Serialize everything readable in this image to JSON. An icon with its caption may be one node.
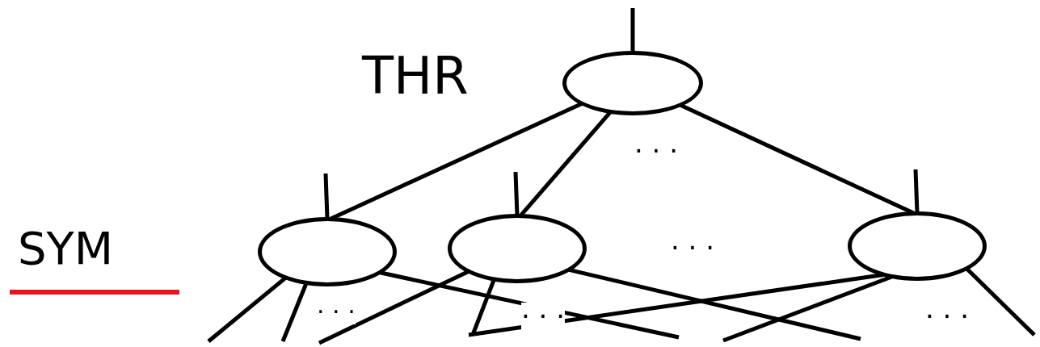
{
  "diagram": {
    "nodes": [
      {
        "text": [],
        "shape": "circle",
        "beside": [
          "THR"
        ]
      },
      {
        "text": [],
        "shape": "circle"
      },
      {
        "text": [],
        "shape": "circle"
      },
      {
        "text": [],
        "shape": "circle"
      }
    ],
    "edges": [
      {
        "from": null,
        "to": 0,
        "arrow": "none"
      },
      {
        "from": 0,
        "to": 1,
        "arrow": "none"
      },
      {
        "from": 0,
        "to": 2,
        "arrow": "none"
      },
      {
        "from": 0,
        "to": 3,
        "arrow": "none"
      },
      {
        "from": null,
        "to": 1,
        "arrow": "none"
      },
      {
        "from": null,
        "to": 2,
        "arrow": "none"
      },
      {
        "from": null,
        "to": 3,
        "arrow": "none"
      },
      {
        "from": 1,
        "to": null,
        "arrow": "none"
      },
      {
        "from": 1,
        "to": null,
        "arrow": "none"
      },
      {
        "from": 1,
        "to": null,
        "arrow": "none"
      },
      {
        "from": 2,
        "to": null,
        "arrow": "none"
      },
      {
        "from": 2,
        "to": null,
        "arrow": "none"
      },
      {
        "from": 2,
        "to": null,
        "arrow": "none"
      },
      {
        "from": 3,
        "to": null,
        "arrow": "none"
      },
      {
        "from": 3,
        "to": null,
        "arrow": "none"
      },
      {
        "from": 3,
        "to": null,
        "arrow": "none"
      }
    ],
    "labels": [
      "· · ·",
      "SYM",
      "· · ·",
      "· · ·",
      "· · ·",
      "· · ·"
    ]
  }
}
